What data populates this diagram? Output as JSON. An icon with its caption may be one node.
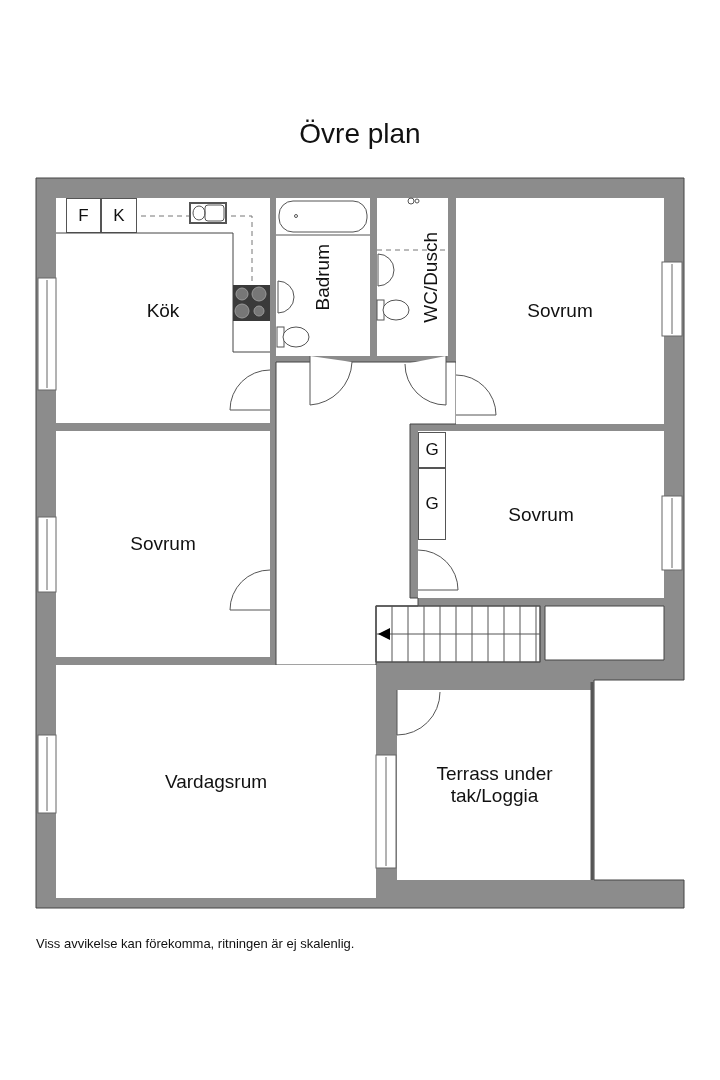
{
  "diagram": {
    "title": "Övre plan",
    "caption": "Viss avvikelse kan förekomma, ritningen är ej skalenlig.",
    "nodes": [
      {
        "text": [
          "Kök"
        ]
      },
      {
        "text": [
          "F"
        ],
        "in": 0
      },
      {
        "text": [
          "K"
        ],
        "in": 0
      },
      {
        "text": [
          "Badrum"
        ]
      },
      {
        "text": [
          "WC/Dusch"
        ]
      },
      {
        "text": [
          "Sovrum"
        ]
      },
      {
        "text": [
          "Sovrum"
        ]
      },
      {
        "text": [
          "Sovrum"
        ]
      },
      {
        "text": [
          "G"
        ],
        "in": 7
      },
      {
        "text": [
          "G"
        ],
        "in": 7
      },
      {
        "text": [
          "Vardagsrum"
        ]
      },
      {
        "text": [
          "Terrass under tak/Loggia"
        ]
      }
    ]
  }
}
